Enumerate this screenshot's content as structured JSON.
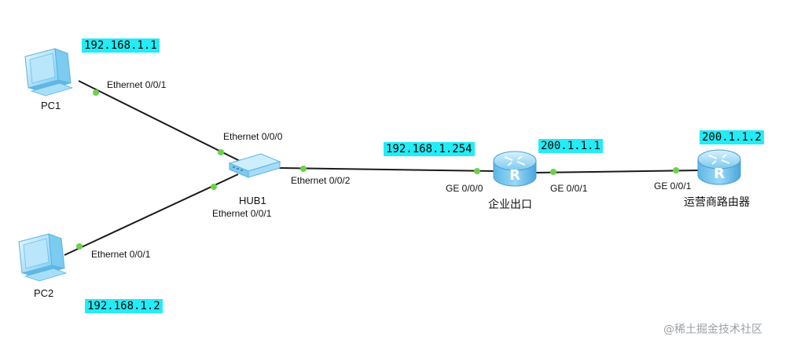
{
  "devices": {
    "pc1": {
      "name": "PC1",
      "ip": "192.168.1.1",
      "port_label": "Ethernet 0/0/1"
    },
    "pc2": {
      "name": "PC2",
      "ip": "192.168.1.2",
      "port_label": "Ethernet 0/0/1"
    },
    "hub1": {
      "name": "HUB1",
      "port0_label": "Ethernet 0/0/0",
      "port1_label": "Ethernet 0/0/1",
      "port2_label": "Ethernet 0/0/2"
    },
    "enterprise_router": {
      "name": "企业出口",
      "ge000_label": "GE 0/0/0",
      "ge000_ip": "192.168.1.254",
      "ge001_label": "GE 0/0/1",
      "ge001_ip": "200.1.1.1"
    },
    "isp_router": {
      "name": "运营商路由器",
      "ge001_label": "GE 0/0/1",
      "ge001_ip": "200.1.1.2"
    }
  },
  "watermark": "@稀土掘金技术社区",
  "colors": {
    "ip_highlight": "#22ecf5",
    "link": "#1a1a1a",
    "port_dot": "#6bd14a",
    "device_blue": "#8fd3f4"
  },
  "icons": {
    "pc": "desktop-computer-icon",
    "hub": "hub-icon",
    "router": "router-icon"
  }
}
